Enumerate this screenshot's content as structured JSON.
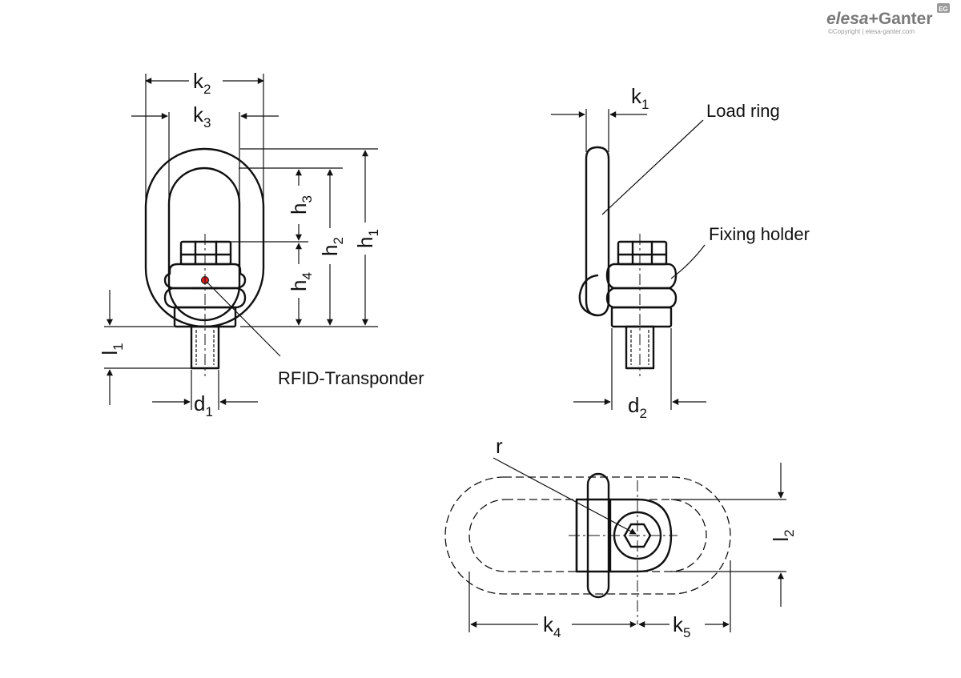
{
  "brand": {
    "name_part1": "elesa",
    "name_separator": "+",
    "name_part2": "Ganter",
    "badge": "EG",
    "copyright": "©Copyright | elesa-ganter.com",
    "color": "#8a8a8a"
  },
  "labels": {
    "k1": {
      "main": "k",
      "sub": "1"
    },
    "k2": {
      "main": "k",
      "sub": "2"
    },
    "k3": {
      "main": "k",
      "sub": "3"
    },
    "k4": {
      "main": "k",
      "sub": "4"
    },
    "k5": {
      "main": "k",
      "sub": "5"
    },
    "h1": {
      "main": "h",
      "sub": "1"
    },
    "h2": {
      "main": "h",
      "sub": "2"
    },
    "h3": {
      "main": "h",
      "sub": "3"
    },
    "h4": {
      "main": "h",
      "sub": "4"
    },
    "l1": {
      "main": "l",
      "sub": "1"
    },
    "l2": {
      "main": "l",
      "sub": "2"
    },
    "d1": {
      "main": "d",
      "sub": "1"
    },
    "d2": {
      "main": "d",
      "sub": "2"
    },
    "r": "r"
  },
  "callouts": {
    "load_ring": "Load ring",
    "fixing_holder": "Fixing holder",
    "rfid": "RFID-Transponder"
  },
  "colors": {
    "line": "#111111",
    "rfid_dot": "#e01e1e"
  }
}
